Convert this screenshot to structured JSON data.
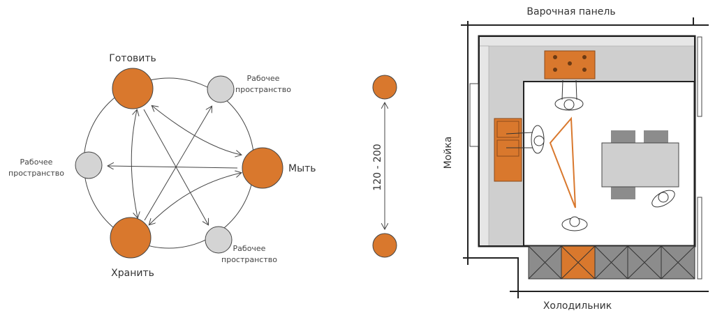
{
  "cycle": {
    "cook": "Готовить",
    "wash": "Мыть",
    "store": "Хранить",
    "workspace_top_right": [
      "Рабочее",
      "пространство"
    ],
    "workspace_left": [
      "Рабочее",
      "пространство"
    ],
    "workspace_bottom_right": [
      "Рабочее",
      "пространство"
    ]
  },
  "distance": {
    "label": "120 - 200"
  },
  "plan": {
    "hob": "Варочная панель",
    "sink": "Мойка",
    "fridge": "Холодильник"
  },
  "colors": {
    "accent": "#d9782d",
    "neutral": "#d4d4d4",
    "counter": "#cfcfcf",
    "cabinet": "#8c8c8c"
  }
}
